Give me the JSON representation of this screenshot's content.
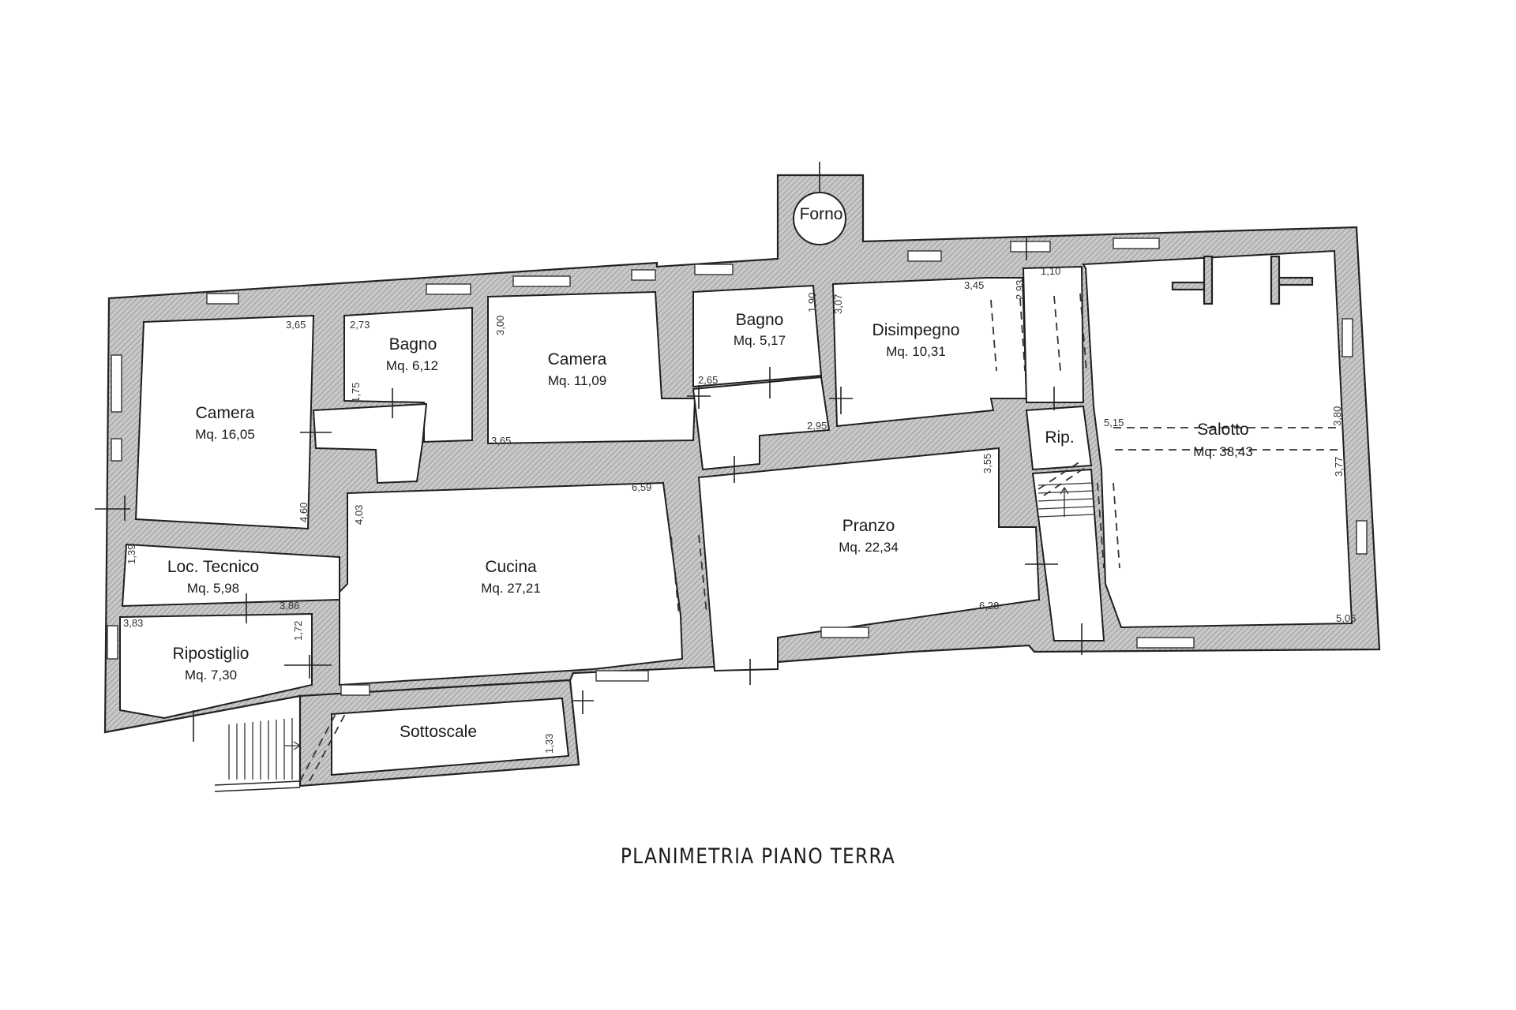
{
  "title": "PLANIMETRIA PIANO TERRA",
  "rooms": [
    {
      "name": "Camera",
      "area": "Mq. 16,05"
    },
    {
      "name": "Bagno",
      "area": "Mq. 6,12"
    },
    {
      "name": "Camera",
      "area": "Mq. 11,09"
    },
    {
      "name": "Bagno",
      "area": "Mq. 5,17"
    },
    {
      "name": "Disimpegno",
      "area": "Mq. 10,31"
    },
    {
      "name": "Forno",
      "area": ""
    },
    {
      "name": "Rip.",
      "area": ""
    },
    {
      "name": "Salotto",
      "area": "Mq. 38,43"
    },
    {
      "name": "Loc. Tecnico",
      "area": "Mq. 5,98"
    },
    {
      "name": "Ripostiglio",
      "area": "Mq. 7,30"
    },
    {
      "name": "Cucina",
      "area": "Mq. 27,21"
    },
    {
      "name": "Pranzo",
      "area": "Mq. 22,34"
    },
    {
      "name": "Sottoscale",
      "area": ""
    }
  ],
  "dimensions": [
    "3,65",
    "4,60",
    "2,73",
    "1,75",
    "3,00",
    "3,65",
    "1,90",
    "2,65",
    "3,07",
    "2,95",
    "3,45",
    "2,93",
    "1,10",
    "5,15",
    "3,80",
    "3,77",
    "5,06",
    "3,55",
    "6,28",
    "6,59",
    "4,03",
    "1,39",
    "3,86",
    "3,83",
    "1,72",
    "1,33"
  ]
}
